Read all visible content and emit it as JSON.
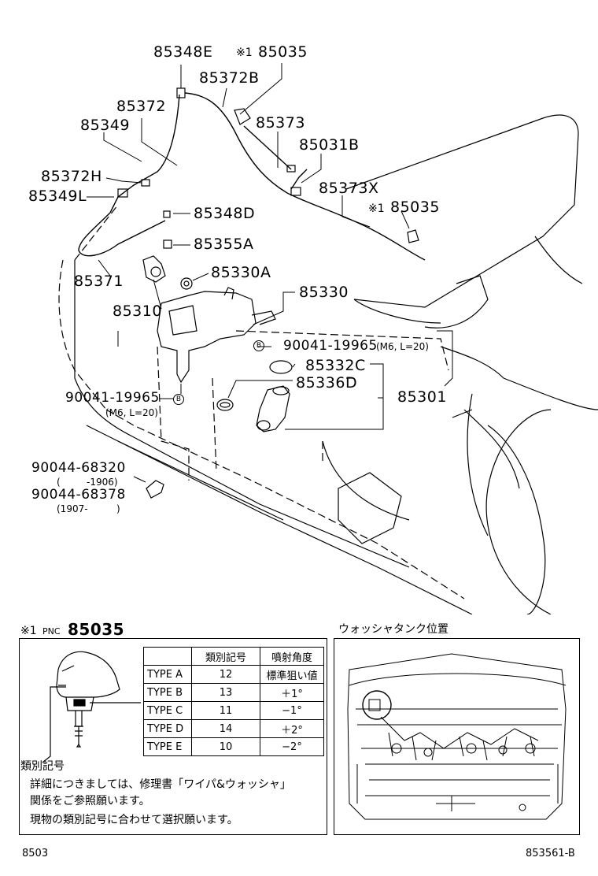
{
  "callouts": {
    "p85348E": "85348E",
    "p85035_top_mark": "※1",
    "p85035_top": "85035",
    "p85372B": "85372B",
    "p85372": "85372",
    "p85349": "85349",
    "p85373": "85373",
    "p85031B": "85031B",
    "p85372H": "85372H",
    "p85349L": "85349L",
    "p85373X": "85373X",
    "p85035_mid_mark": "※1",
    "p85035_mid": "85035",
    "p85348D": "85348D",
    "p85355A": "85355A",
    "p85330A": "85330A",
    "p85330": "85330",
    "p85371": "85371",
    "p85310": "85310",
    "bolt1": "90041-19965",
    "bolt1_spec": "(M6, L=20)",
    "bolt1_circle": "B",
    "p85332C": "85332C",
    "p85336D": "85336D",
    "p85301": "85301",
    "bolt2": "90041-19965",
    "bolt2_spec": "(M6, L=20)",
    "bolt2_circle": "B",
    "clip1": "90044-68320",
    "clip1_range_open": "(",
    "clip1_range": "-1906)",
    "clip2": "90044-68378",
    "clip2_range": "(1907-",
    "clip2_range_close": ")"
  },
  "legend": {
    "mark": "※1",
    "pnc_label": "PNC",
    "pnc": "85035",
    "tank_position_title": "ウォッシャタンク位置",
    "code_label": "類別記号",
    "table_headers": [
      "類別記号",
      "噴射角度"
    ],
    "table_rows": [
      {
        "type": "TYPE A",
        "code": "12",
        "angle": "標準狙い値"
      },
      {
        "type": "TYPE B",
        "code": "13",
        "angle": "＋1°"
      },
      {
        "type": "TYPE C",
        "code": "11",
        "angle": "−1°"
      },
      {
        "type": "TYPE D",
        "code": "14",
        "angle": "＋2°"
      },
      {
        "type": "TYPE E",
        "code": "10",
        "angle": "−2°"
      }
    ],
    "note_line1": "詳細につきましては、修理書「ワイパ&ウォッシャ」",
    "note_line2": "関係をご参照願います。",
    "note_line3": "現物の類別記号に合わせて選択願います。"
  },
  "footer": {
    "left": "8503",
    "right": "853561-B"
  }
}
